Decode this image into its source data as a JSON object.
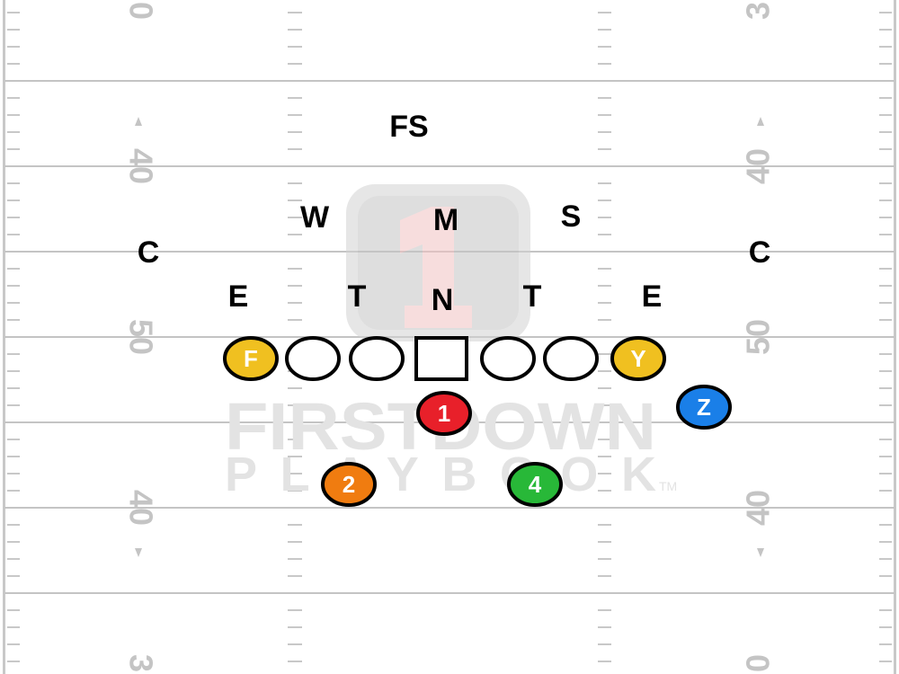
{
  "field": {
    "colors": {
      "background": "#ffffff",
      "yard_line": "#c4c4c4",
      "hash": "#c8c8c8",
      "number": "#c4c4c4"
    },
    "yard_numbers": {
      "left": [
        "0",
        "40",
        "50",
        "40",
        "3"
      ],
      "right": [
        "3",
        "40",
        "50",
        "40",
        "0"
      ]
    }
  },
  "watermark": {
    "title": "FIRSTDOWN",
    "subtitle": "PLAYBOOK",
    "trademark": "TM",
    "logo_numeral": "1"
  },
  "defense": {
    "fs": "FS",
    "w": "W",
    "m": "M",
    "s": "S",
    "c_left": "C",
    "c_right": "C",
    "e_left": "E",
    "t_left": "T",
    "n": "N",
    "t_right": "T",
    "e_right": "E"
  },
  "offense": {
    "colors": {
      "f": "#f0c020",
      "y": "#f0c020",
      "back1": "#e8202a",
      "back2": "#f07c10",
      "back4": "#28b838",
      "z": "#1a7fe8"
    },
    "players": {
      "f": "F",
      "y": "Y",
      "back1": "1",
      "back2": "2",
      "back4": "4",
      "z": "Z"
    }
  }
}
